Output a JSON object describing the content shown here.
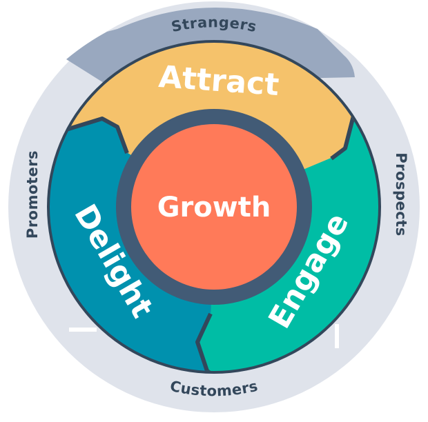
{
  "outer_ring": {
    "top": "Strangers",
    "right": "Prospects",
    "bottom": "Customers",
    "left": "Promoters"
  },
  "stages": {
    "attract": "Attract",
    "engage": "Engage",
    "delight": "Delight"
  },
  "center": {
    "label": "Growth"
  },
  "colors": {
    "outer_ring": "#dfe3eb",
    "outer_ring_band": "#99a8bf",
    "ring_text": "#33475b",
    "attract": "#f5c26b",
    "engage": "#00bda5",
    "delight": "#0091ae",
    "segment_border": "#33475b",
    "inner_ring": "#425b76",
    "center": "#ff7a59",
    "label_text": "#ffffff"
  }
}
